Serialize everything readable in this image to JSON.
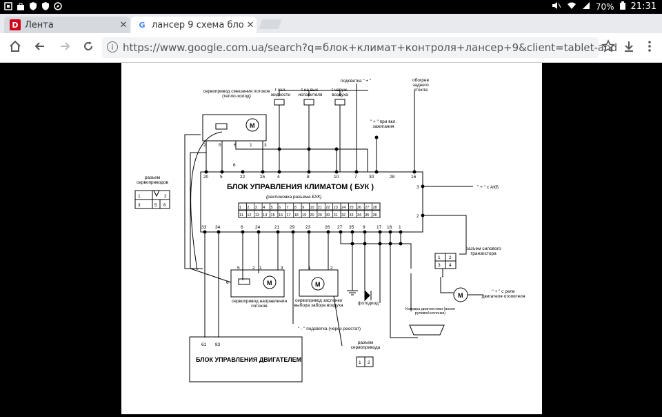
{
  "status_bar": {
    "battery": "70%",
    "time": "21:31",
    "left_icons": [
      "notification-icon",
      "bag-icon",
      "shield-icon",
      "shield-icon",
      "compass-icon"
    ],
    "right_icons": [
      "mute-icon",
      "wifi-icon",
      "signal-icon",
      "battery-icon"
    ]
  },
  "tabs": [
    {
      "label": "Лента",
      "favicon": "D",
      "active": false
    },
    {
      "label": "лансер 9 схема бло",
      "favicon": "G",
      "active": true
    }
  ],
  "toolbar": {
    "url": "https://www.google.com.ua/search?q=блок+климат+контроля+лансер+9&client=tablet-and"
  },
  "diagram": {
    "main_block_title": "БЛОК УПРАВЛЕНИЯ КЛИМАТОМ  ( БУК )",
    "pinout_caption": "(распиновка разъема БУК)",
    "pinout_top_row": [
      "1",
      "2",
      "3",
      "4",
      "5",
      "6",
      "7",
      "8",
      "9",
      "10"
    ],
    "pinout_top_row2": [
      "21",
      "22",
      "23",
      "24",
      "25",
      "26",
      "27",
      "28"
    ],
    "pinout_bottom_row": [
      "11",
      "12",
      "13",
      "14",
      "15",
      "16",
      "17",
      "18",
      "19",
      "20"
    ],
    "pinout_bottom_row2": [
      "29",
      "30",
      "31",
      "32",
      "33",
      "34",
      "35",
      "36"
    ],
    "top_pins": [
      "20",
      "5",
      "6",
      "22",
      "25",
      "4",
      "8",
      "10",
      "7",
      "30",
      "28",
      "16"
    ],
    "bottom_pins": [
      "33",
      "34",
      "6",
      "24",
      "21",
      "29",
      "23",
      "26",
      "27",
      "35",
      "9",
      "17",
      "18",
      "1"
    ],
    "right_pins": [
      "3",
      "2"
    ],
    "labels": {
      "servo_mix": "сервопривод смешения потоков (тепло-холод)",
      "servo_mix_pins": [
        "2",
        "5",
        "6",
        "1",
        "3"
      ],
      "sensor_coolant": "t охл. жидкости",
      "sensor_evap": "t на вых. испарителя",
      "sensor_outside": "t наруж. воздуха",
      "backlight": "подсветка \" + \"",
      "rear_defrost": "обогрев заднего стекла",
      "ignition_plus": "\" + \" при вкл. зажигания",
      "servo_connector": "разъем сервоприводов",
      "servo_conn_pins": [
        "1",
        "2",
        "3",
        "5",
        "6"
      ],
      "akb_plus": "\" + \" с АКБ",
      "power_transistor": "разъем силового транзистора",
      "power_transistor_pins": [
        "1",
        "2",
        "3",
        "4"
      ],
      "relay_plus": "\" + \" с реле двигателя отопителя",
      "servo_dir": "сервопривод направления потоков",
      "servo_dir_pins": [
        "5",
        "2",
        "1",
        "3",
        "6"
      ],
      "servo_intake": "сервопривод заслонки выбора забора воздуха",
      "servo_intake_pins": [
        "1",
        "2"
      ],
      "photodiode": "фотодиод",
      "diag_connector": "Колодка диагностики (возле рулевой колонки)",
      "backlight_minus": "\" - \" подсветка (через реостат)",
      "servo_conn2": "разъем сервопривода",
      "servo_conn2_pins": [
        "1",
        "2"
      ],
      "engine_block": "БЛОК УПРАВЛЕНИЯ ДВИГАТЕЛЕМ",
      "engine_pins": [
        "61",
        "83"
      ],
      "motor": "M"
    }
  }
}
